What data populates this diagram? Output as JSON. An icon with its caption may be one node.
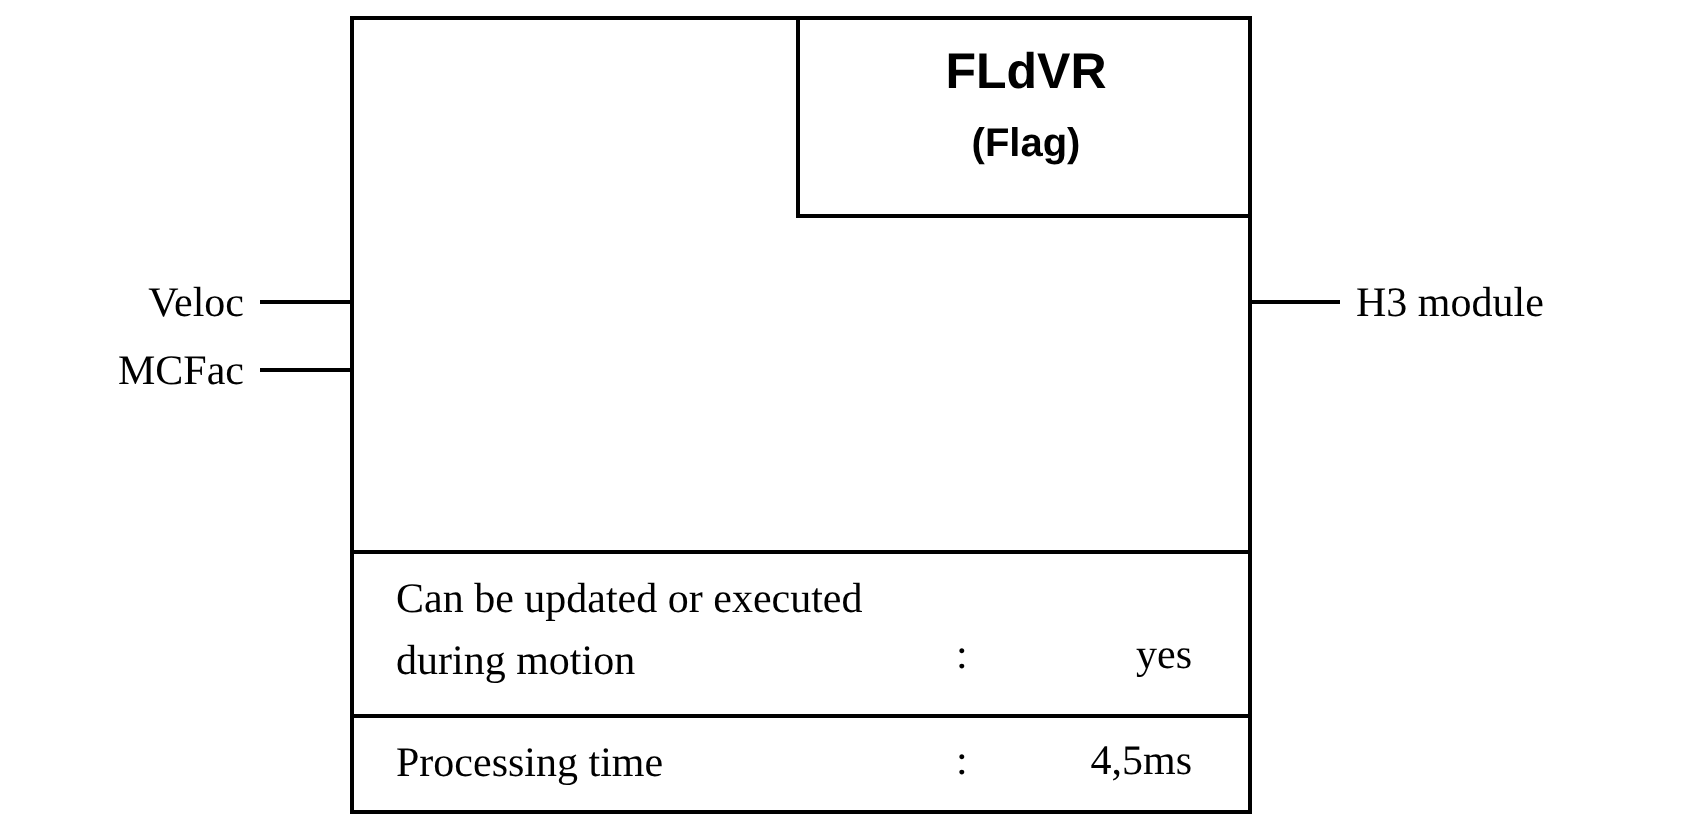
{
  "diagram": {
    "nodes": [
      {
        "text": [],
        "shape": "box"
      },
      {
        "text": [
          "FLdVR",
          "(Flag)"
        ],
        "in": 0
      },
      {
        "text": [
          "Can be updated or executed during motion",
          ":",
          "yes"
        ],
        "in": 0
      },
      {
        "text": [
          "Processing time",
          ":",
          "4,5ms"
        ],
        "in": 0
      },
      {
        "text": [
          "Veloc"
        ]
      },
      {
        "text": [
          "MCFac"
        ]
      },
      {
        "text": [
          "H3 module"
        ]
      }
    ],
    "edges": [
      {
        "from": 4,
        "to": 0,
        "arrow": "none"
      },
      {
        "from": 5,
        "to": 0,
        "arrow": "none"
      },
      {
        "from": 0,
        "to": 6,
        "arrow": "none"
      }
    ]
  }
}
